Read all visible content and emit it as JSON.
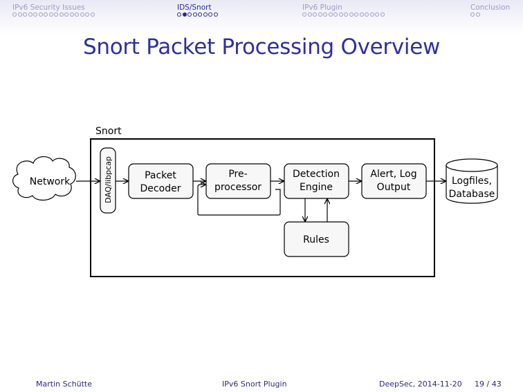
{
  "nav": {
    "sections": [
      {
        "label": "IPv6 Security Issues",
        "dots": 16,
        "current": -1
      },
      {
        "label": "IDS/Snort",
        "dots": 8,
        "current": 1
      },
      {
        "label": "IPv6 Plugin",
        "dots": 16,
        "current": -1
      },
      {
        "label": "Conclusion",
        "dots": 2,
        "current": -1
      }
    ],
    "active_section": 1
  },
  "slide": {
    "title": "Snort Packet Processing Overview"
  },
  "diagram": {
    "container_label": "Snort",
    "network": "Network",
    "daq": "DAQ/libpcap",
    "decoder": [
      "Packet",
      "Decoder"
    ],
    "preprocessor": [
      "Pre-",
      "processor"
    ],
    "detection": [
      "Detection",
      "Engine"
    ],
    "output": [
      "Alert, Log",
      "Output"
    ],
    "rules": "Rules",
    "storage": [
      "Logfiles,",
      "Database"
    ]
  },
  "footer": {
    "author": "Martin Schütte",
    "talk": "IPv6 Snort Plugin",
    "event": "DeepSec, 2014-11-20",
    "page": "19 / 43"
  }
}
